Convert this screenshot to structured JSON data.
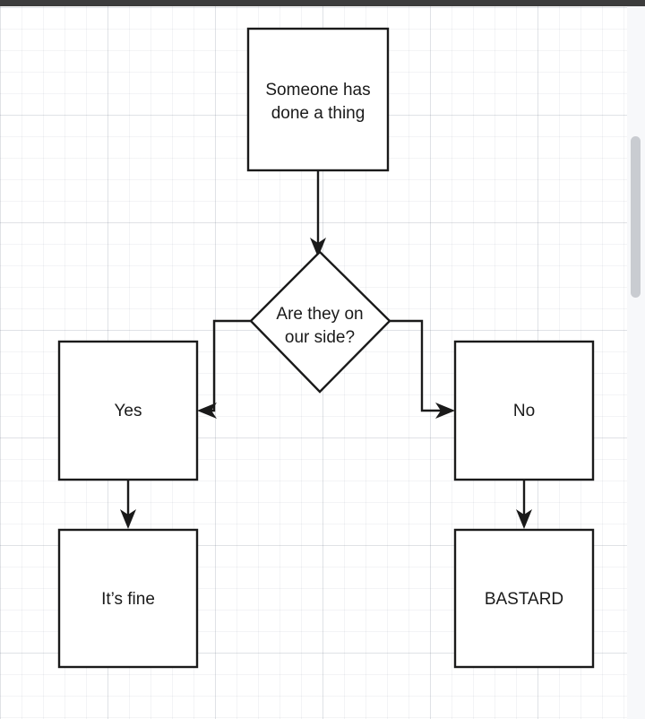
{
  "window": {
    "titlebar_color": "#3c3c3c",
    "canvas_background": "#ffffff",
    "grid_minor_spacing": 24,
    "grid_major_spacing": 120
  },
  "scrollbar": {
    "name": "vertical-scrollbar",
    "track_color": "#f7f8fa",
    "thumb_color": "#c9ccd1"
  },
  "diagram": {
    "type": "flowchart",
    "stroke_color": "#1a1a1a",
    "fill_color": "#ffffff",
    "nodes": [
      {
        "id": "start",
        "shape": "rectangle",
        "label_line1": "Someone has",
        "label_line2": "done a thing"
      },
      {
        "id": "decision",
        "shape": "diamond",
        "label_line1": "Are they on",
        "label_line2": "our side?"
      },
      {
        "id": "yes",
        "shape": "rectangle",
        "label": "Yes"
      },
      {
        "id": "no",
        "shape": "rectangle",
        "label": "No"
      },
      {
        "id": "fine",
        "shape": "rectangle",
        "label": "It’s fine"
      },
      {
        "id": "bastard",
        "shape": "rectangle",
        "label": "BASTARD"
      }
    ],
    "edges": [
      {
        "from": "start",
        "to": "decision",
        "style": "straight-down",
        "label": ""
      },
      {
        "from": "decision",
        "to": "yes",
        "style": "elbow-left",
        "label": ""
      },
      {
        "from": "decision",
        "to": "no",
        "style": "elbow-right",
        "label": ""
      },
      {
        "from": "yes",
        "to": "fine",
        "style": "straight-down",
        "label": ""
      },
      {
        "from": "no",
        "to": "bastard",
        "style": "straight-down",
        "label": ""
      }
    ]
  }
}
